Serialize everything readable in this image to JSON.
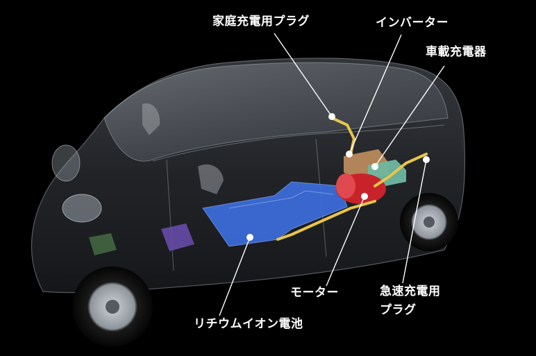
{
  "labels": {
    "home_charging_plug": "家庭充電用プラグ",
    "inverter": "インバーター",
    "onboard_charger": "車載充電器",
    "motor": "モーター",
    "quick_charging_plug_line1": "急速充電用",
    "quick_charging_plug_line2": "プラグ",
    "lithium_ion_battery": "リチウムイオン電池"
  },
  "colors": {
    "background": "#000000",
    "battery": "#3d6fe0",
    "motor": "#c8232a",
    "inverter": "#b98a5c",
    "charger": "#6fb7a0",
    "cable": "#e8c64a",
    "leader": "#ffffff",
    "aux_battery": "#6a4fb0"
  }
}
